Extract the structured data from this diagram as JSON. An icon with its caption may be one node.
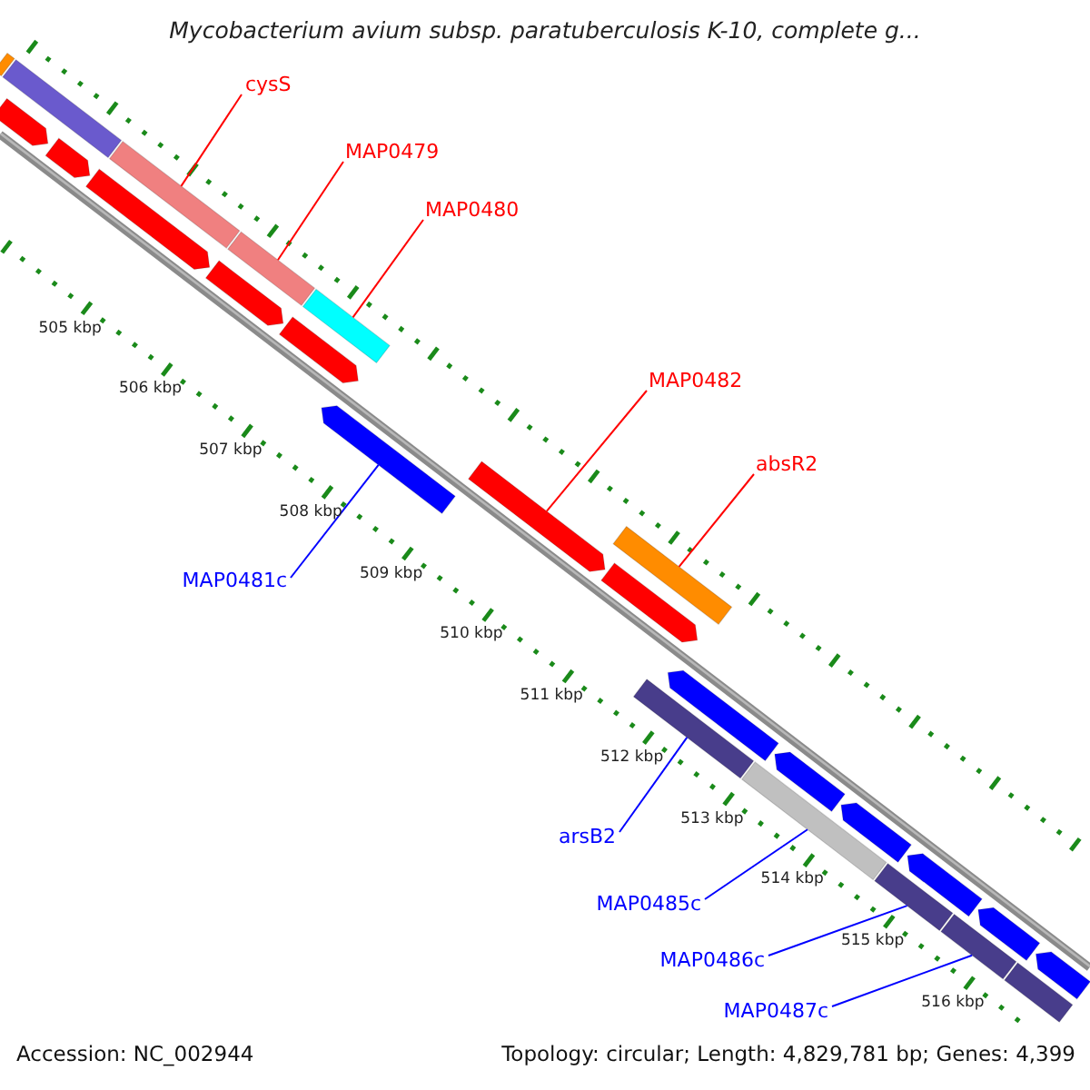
{
  "diagram": {
    "title": "Mycobacterium avium subsp. paratuberculosis K-10, complete g...",
    "nodes": [
      {
        "text": [
          "cysS"
        ]
      },
      {
        "text": [
          "MAP0479"
        ]
      },
      {
        "text": [
          "MAP0480"
        ]
      },
      {
        "text": [
          "MAP0482"
        ]
      },
      {
        "text": [
          "absR2"
        ]
      },
      {
        "text": [
          "MAP0481c"
        ]
      },
      {
        "text": [
          "arsB2"
        ]
      },
      {
        "text": [
          "MAP0485c"
        ]
      },
      {
        "text": [
          "MAP0486c"
        ]
      },
      {
        "text": [
          "MAP0487c"
        ]
      },
      {
        "text": [],
        "shape": "bar"
      },
      {
        "text": [],
        "shape": "bar"
      },
      {
        "text": [],
        "shape": "bar"
      },
      {
        "text": [],
        "shape": "bar"
      },
      {
        "text": [],
        "shape": "bar"
      },
      {
        "text": [],
        "shape": "bar"
      },
      {
        "text": [],
        "shape": "bar"
      },
      {
        "text": [],
        "shape": "bar"
      },
      {
        "text": [],
        "shape": "bar"
      },
      {
        "text": [],
        "shape": "bar"
      },
      {
        "text": [],
        "shape": "bar"
      },
      {
        "text": [],
        "shape": "bar"
      },
      {
        "text": [],
        "shape": "bar"
      },
      {
        "text": [],
        "shape": "bar"
      },
      {
        "text": [],
        "shape": "bar"
      },
      {
        "text": [],
        "shape": "bar"
      },
      {
        "text": [],
        "shape": "bar"
      },
      {
        "text": [],
        "shape": "bar"
      },
      {
        "text": [],
        "shape": "bar"
      },
      {
        "text": [],
        "shape": "bar"
      },
      {
        "text": [],
        "shape": "bar"
      },
      {
        "text": [],
        "shape": "bar"
      },
      {
        "text": [],
        "shape": "bar"
      },
      {
        "text": [],
        "shape": "bar"
      },
      {
        "text": [],
        "shape": "bar"
      }
    ],
    "edges": [
      {
        "from": 0,
        "to": 12,
        "arrow": "none",
        "color": "#ff0000"
      },
      {
        "from": 1,
        "to": 13,
        "arrow": "none",
        "color": "#ff0000"
      },
      {
        "from": 2,
        "to": 14,
        "arrow": "none",
        "color": "#ff0000"
      },
      {
        "from": 3,
        "to": 21,
        "arrow": "none",
        "color": "#ff0000"
      },
      {
        "from": 4,
        "to": 22,
        "arrow": "none",
        "color": "#ff0000"
      },
      {
        "from": 5,
        "to": 20,
        "arrow": "none",
        "color": "#0000ff"
      },
      {
        "from": 6,
        "to": 24,
        "arrow": "none",
        "color": "#0000ff"
      },
      {
        "from": 7,
        "to": 26,
        "arrow": "none",
        "color": "#0000ff"
      },
      {
        "from": 8,
        "to": 29,
        "arrow": "none",
        "color": "#0000ff"
      },
      {
        "from": 9,
        "to": 31,
        "arrow": "none",
        "color": "#0000ff"
      }
    ],
    "labels": [
      "505 kbp",
      "506 kbp",
      "507 kbp",
      "508 kbp",
      "509 kbp",
      "510 kbp",
      "511 kbp",
      "512 kbp",
      "513 kbp",
      "514 kbp",
      "515 kbp",
      "516 kbp",
      "Accession: NC_002944",
      "Topology: circular; Length: 4,829,781 bp; Genes: 4,399"
    ]
  }
}
